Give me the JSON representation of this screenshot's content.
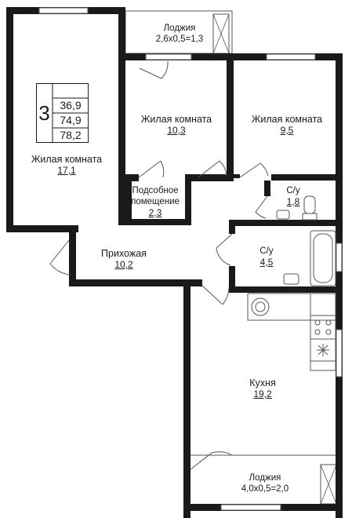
{
  "summary": {
    "rooms_count": "3",
    "living_area": "36,9",
    "total_area": "74,9",
    "area_with_loggias": "78,2"
  },
  "rooms": {
    "living_room_1": {
      "name": "Жилая комната",
      "area": "17,1"
    },
    "living_room_2": {
      "name": "Жилая комната",
      "area": "10,3"
    },
    "living_room_3": {
      "name": "Жилая комната",
      "area": "9,5"
    },
    "storage": {
      "name_line1": "Подсобное",
      "name_line2": "помещение",
      "area": "2,3"
    },
    "toilet": {
      "name": "С/у",
      "area": "1,8"
    },
    "bathroom": {
      "name": "С/у",
      "area": "4,5"
    },
    "hallway": {
      "name": "Прихожая",
      "area": "10,2"
    },
    "kitchen": {
      "name": "Кухня",
      "area": "19,2"
    },
    "loggia_top": {
      "name": "Лоджия",
      "dims": "2,6х0,5=1,3"
    },
    "loggia_bottom": {
      "name": "Лоджия",
      "dims": "4,0х0,5=2,0"
    }
  },
  "colors": {
    "wall": "#1a1a1a",
    "line": "#555555",
    "window": "#ffffff",
    "background": "#ffffff"
  }
}
